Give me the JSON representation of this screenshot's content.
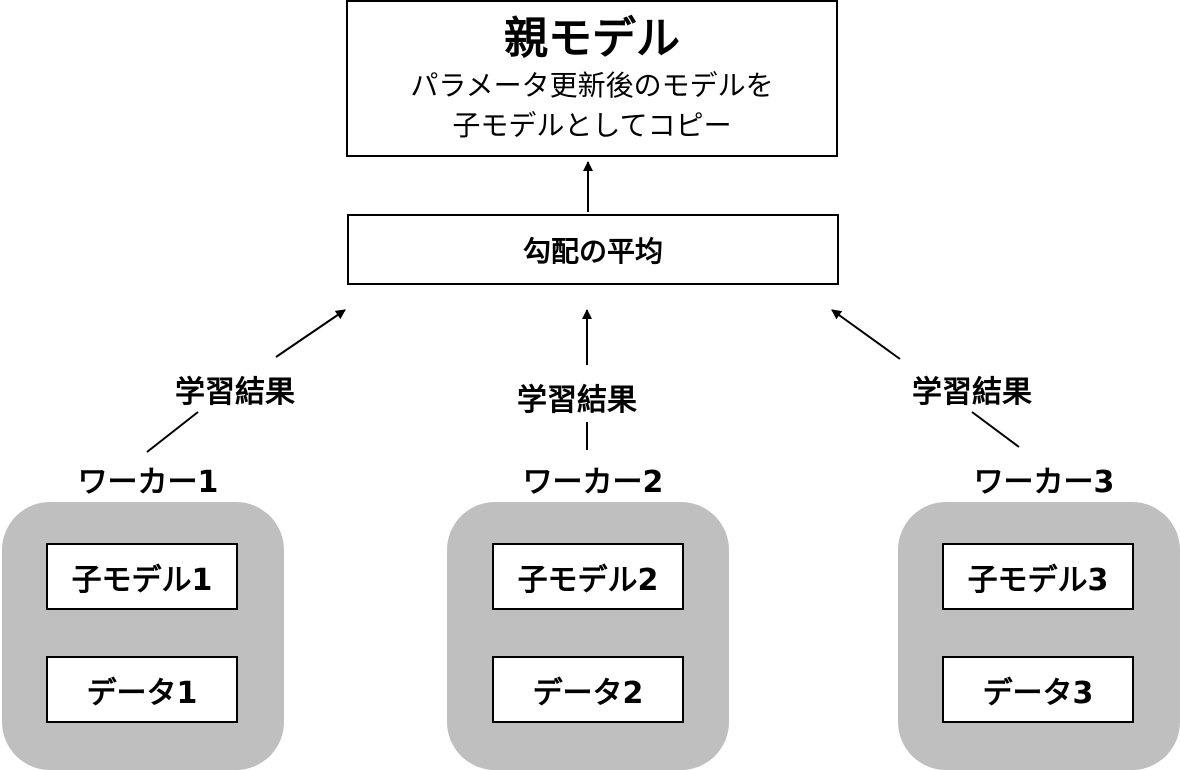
{
  "parent": {
    "title": "親モデル",
    "desc_line1": "パラメータ更新後のモデルを",
    "desc_line2": "子モデルとしてコピー"
  },
  "average": {
    "label": "勾配の平均"
  },
  "edge_label": "学習結果",
  "workers": [
    {
      "name": "ワーカー1",
      "model": "子モデル1",
      "data": "データ1"
    },
    {
      "name": "ワーカー2",
      "model": "子モデル2",
      "data": "データ2"
    },
    {
      "name": "ワーカー3",
      "model": "子モデル3",
      "data": "データ3"
    }
  ]
}
